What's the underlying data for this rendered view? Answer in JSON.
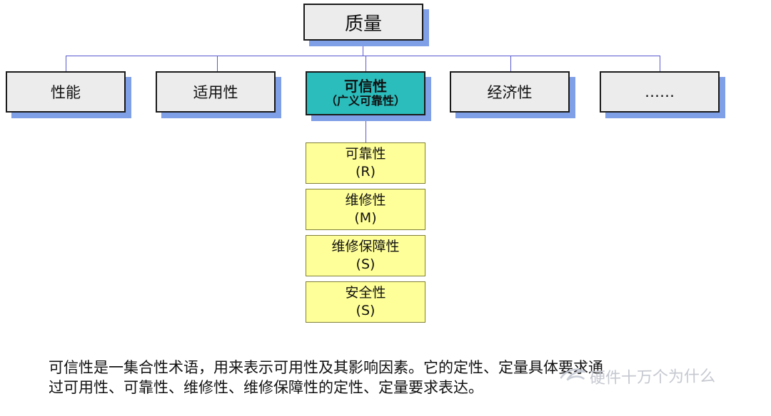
{
  "diagram": {
    "root": {
      "label": "质量"
    },
    "children": [
      {
        "label": "性能"
      },
      {
        "label": "适用性"
      },
      {
        "label": "可信性",
        "sublabel": "（广义可靠性）"
      },
      {
        "label": "经济性"
      },
      {
        "label": "……"
      }
    ],
    "chain": [
      {
        "label": "可靠性",
        "code": "(R)"
      },
      {
        "label": "维修性",
        "code": "(M)"
      },
      {
        "label": "维修保障性",
        "code": "(S)"
      },
      {
        "label": "安全性",
        "code": "(S)"
      }
    ]
  },
  "caption": {
    "line1": "可信性是一集合性术语，用来表示可用性及其影响因素。它的定性、定量具体要求通",
    "line2": "过可用性、可靠性、维修性、维修保障性的定性、定量要求表达。"
  },
  "watermark": {
    "text": "硬件十万个为什么"
  },
  "colors": {
    "highlight": "#2bbcbc",
    "node_fill": "#ececec",
    "shadow_blue": "#7f9fe6",
    "leaf_yellow": "#ffff99",
    "connector": "#5a5ad0"
  }
}
